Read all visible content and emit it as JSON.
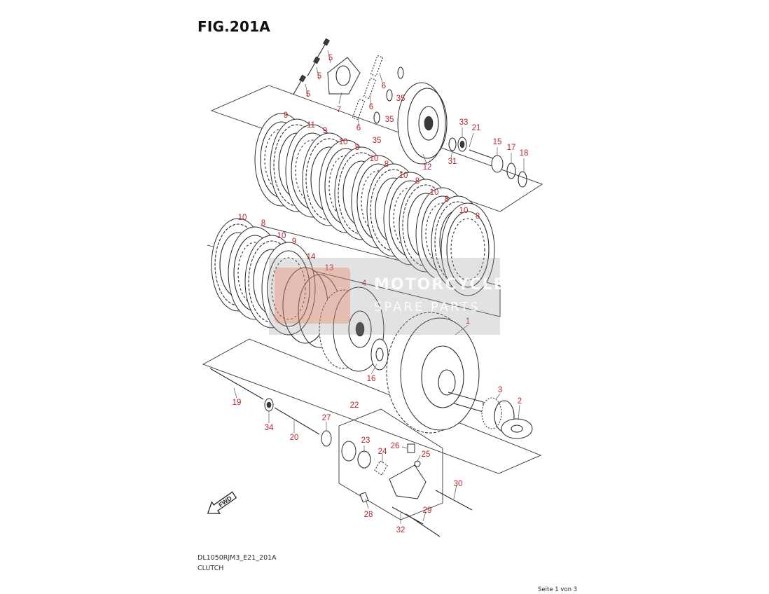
{
  "figure": {
    "title": "FIG.201A",
    "model_code": "DL1050RJM3_E21_201A",
    "section_name": "CLUTCH",
    "page_indicator": "Seite 1 von 3"
  },
  "watermark": {
    "line1": "MOTORCYCLE",
    "line2": "SPARE PARTS"
  },
  "callouts": [
    {
      "id": "c5a",
      "label": "5"
    },
    {
      "id": "c5b",
      "label": "5"
    },
    {
      "id": "c5c",
      "label": "5"
    },
    {
      "id": "c7",
      "label": "7"
    },
    {
      "id": "c6a",
      "label": "6"
    },
    {
      "id": "c6b",
      "label": "6"
    },
    {
      "id": "c6c",
      "label": "6"
    },
    {
      "id": "c35a",
      "label": "35"
    },
    {
      "id": "c35b",
      "label": "35"
    },
    {
      "id": "c35c",
      "label": "35"
    },
    {
      "id": "c12",
      "label": "12"
    },
    {
      "id": "c31",
      "label": "31"
    },
    {
      "id": "c33",
      "label": "33"
    },
    {
      "id": "c21",
      "label": "21"
    },
    {
      "id": "c15",
      "label": "15"
    },
    {
      "id": "c17",
      "label": "17"
    },
    {
      "id": "c18",
      "label": "18"
    },
    {
      "id": "c9a",
      "label": "9"
    },
    {
      "id": "c11",
      "label": "11"
    },
    {
      "id": "c9b",
      "label": "9"
    },
    {
      "id": "c10a",
      "label": "10"
    },
    {
      "id": "c8a",
      "label": "8"
    },
    {
      "id": "c10b",
      "label": "10"
    },
    {
      "id": "c8b",
      "label": "8"
    },
    {
      "id": "c10c",
      "label": "10"
    },
    {
      "id": "c8c",
      "label": "8"
    },
    {
      "id": "c10d",
      "label": "10"
    },
    {
      "id": "c8d",
      "label": "8"
    },
    {
      "id": "c10e",
      "label": "10"
    },
    {
      "id": "c8e",
      "label": "8"
    },
    {
      "id": "c10f",
      "label": "10"
    },
    {
      "id": "c8f",
      "label": "8"
    },
    {
      "id": "c10g",
      "label": "10"
    },
    {
      "id": "c9c",
      "label": "9"
    },
    {
      "id": "c14",
      "label": "14"
    },
    {
      "id": "c13",
      "label": "13"
    },
    {
      "id": "c4",
      "label": "4"
    },
    {
      "id": "c1",
      "label": "1"
    },
    {
      "id": "c16",
      "label": "16"
    },
    {
      "id": "c3",
      "label": "3"
    },
    {
      "id": "c2",
      "label": "2"
    },
    {
      "id": "c19",
      "label": "19"
    },
    {
      "id": "c34",
      "label": "34"
    },
    {
      "id": "c20",
      "label": "20"
    },
    {
      "id": "c27",
      "label": "27"
    },
    {
      "id": "c22",
      "label": "22"
    },
    {
      "id": "c23",
      "label": "23"
    },
    {
      "id": "c24",
      "label": "24"
    },
    {
      "id": "c26",
      "label": "26"
    },
    {
      "id": "c25",
      "label": "25"
    },
    {
      "id": "c30",
      "label": "30"
    },
    {
      "id": "c29",
      "label": "29"
    },
    {
      "id": "c28",
      "label": "28"
    },
    {
      "id": "c32",
      "label": "32"
    }
  ],
  "fwd_arrow": {
    "label": "FWD",
    "icon": "fwd-arrow-icon"
  },
  "colors": {
    "callout": "#b3272d",
    "line": "#2a2a2a",
    "watermark_accent": "#e8785a"
  }
}
